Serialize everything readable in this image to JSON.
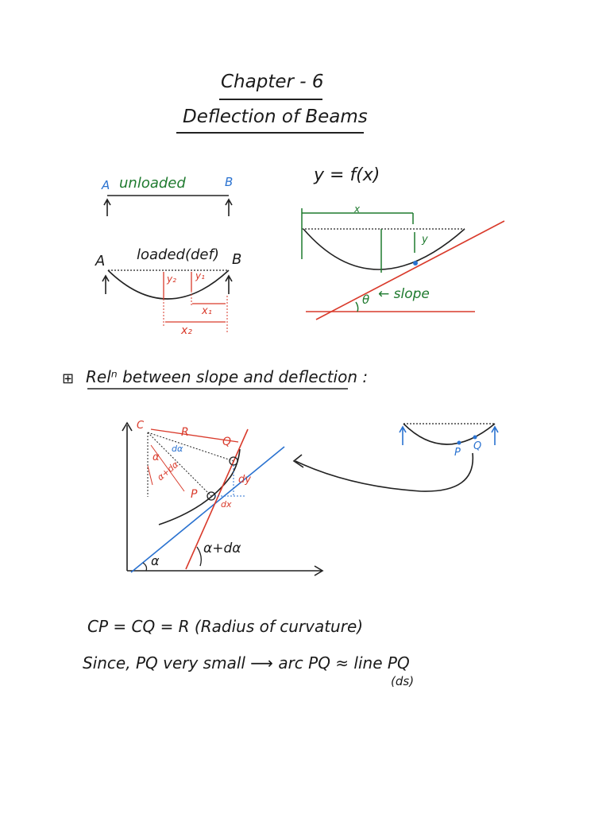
{
  "header": {
    "chapter": "Chapter - 6",
    "title": "Deflection of Beams"
  },
  "beam_unloaded": {
    "label_a": "A",
    "label_b": "B",
    "caption": "unloaded"
  },
  "beam_loaded": {
    "label_a": "A",
    "label_b": "B",
    "caption": "loaded(def)",
    "y1": "y₁",
    "y2": "y₂",
    "x1": "x₁",
    "x2": "x₂"
  },
  "deflection_curve": {
    "equation": "y = f(x)",
    "x_label": "x",
    "y_label": "y",
    "theta": "θ",
    "slope_label": "← slope"
  },
  "section": {
    "heading": "Relⁿ between slope and deflection :"
  },
  "curvature_diagram": {
    "c": "C",
    "r": "R",
    "q": "Q",
    "p": "P",
    "alpha": "α",
    "d_alpha": "dα",
    "alpha_plus_d_alpha_inner": "α+dα",
    "dy": "dy",
    "dx": "dx",
    "alpha_bottom": "α",
    "alpha_plus_d_alpha": "α+dα"
  },
  "small_beam": {
    "p": "P",
    "q": "Q"
  },
  "notes": {
    "line1": "CP = CQ = R (Radius of curvature)",
    "line2": "Since, PQ very small ⟶ arc PQ ≈ line PQ",
    "line2_sub": "(ds)"
  }
}
